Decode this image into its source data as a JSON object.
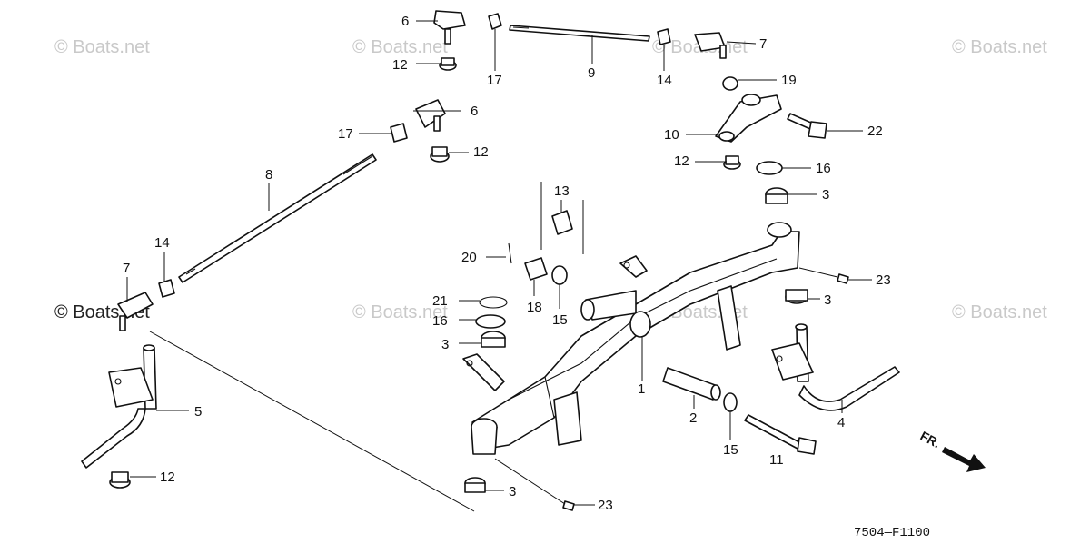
{
  "watermark": "© Boats.net",
  "diagram_code": "7504—F1100",
  "direction_label": "FR.",
  "callouts": {
    "c1": "1",
    "c2": "2",
    "c3a": "3",
    "c3b": "3",
    "c3c": "3",
    "c3d": "3",
    "c4": "4",
    "c5": "5",
    "c6a": "6",
    "c6b": "6",
    "c7a": "7",
    "c7b": "7",
    "c8": "8",
    "c9": "9",
    "c10": "10",
    "c11": "11",
    "c12a": "12",
    "c12b": "12",
    "c12c": "12",
    "c12d": "12",
    "c13": "13",
    "c14a": "14",
    "c14b": "14",
    "c15a": "15",
    "c15b": "15",
    "c16a": "16",
    "c16b": "16",
    "c17a": "17",
    "c17b": "17",
    "c18": "18",
    "c19": "19",
    "c20": "20",
    "c21": "21",
    "c22": "22",
    "c23a": "23",
    "c23b": "23"
  }
}
